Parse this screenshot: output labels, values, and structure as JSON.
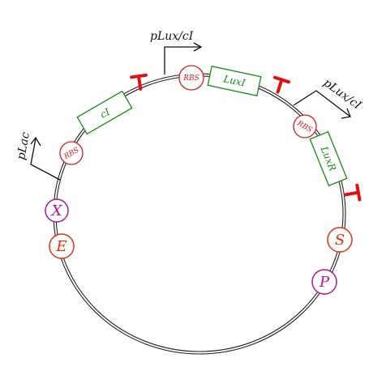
{
  "promoters": {
    "lux_cI_top": "pLux/cI",
    "lux_cI_right": "pLux/cI",
    "lac": "pLac"
  },
  "rbs": {
    "rbs_1": "RBS",
    "rbs_2": "RBS",
    "rbs_3": "RBS"
  },
  "genes": {
    "cI": "cI",
    "luxI": "LuxI",
    "luxR": "LuxR"
  },
  "sites": {
    "x": "X",
    "e": "E",
    "s": "S",
    "p": "P"
  },
  "colors": {
    "backbone": "#222222",
    "rbs": "#cc2222",
    "gene": "#1a8a1a",
    "terminator": "#dd1111",
    "site_e_s": "#e03010",
    "site_x_p": "#b01890",
    "arrow": "#111111"
  },
  "icons": {
    "terminator": "terminator-icon",
    "promoter": "promoter-arrow-icon"
  }
}
